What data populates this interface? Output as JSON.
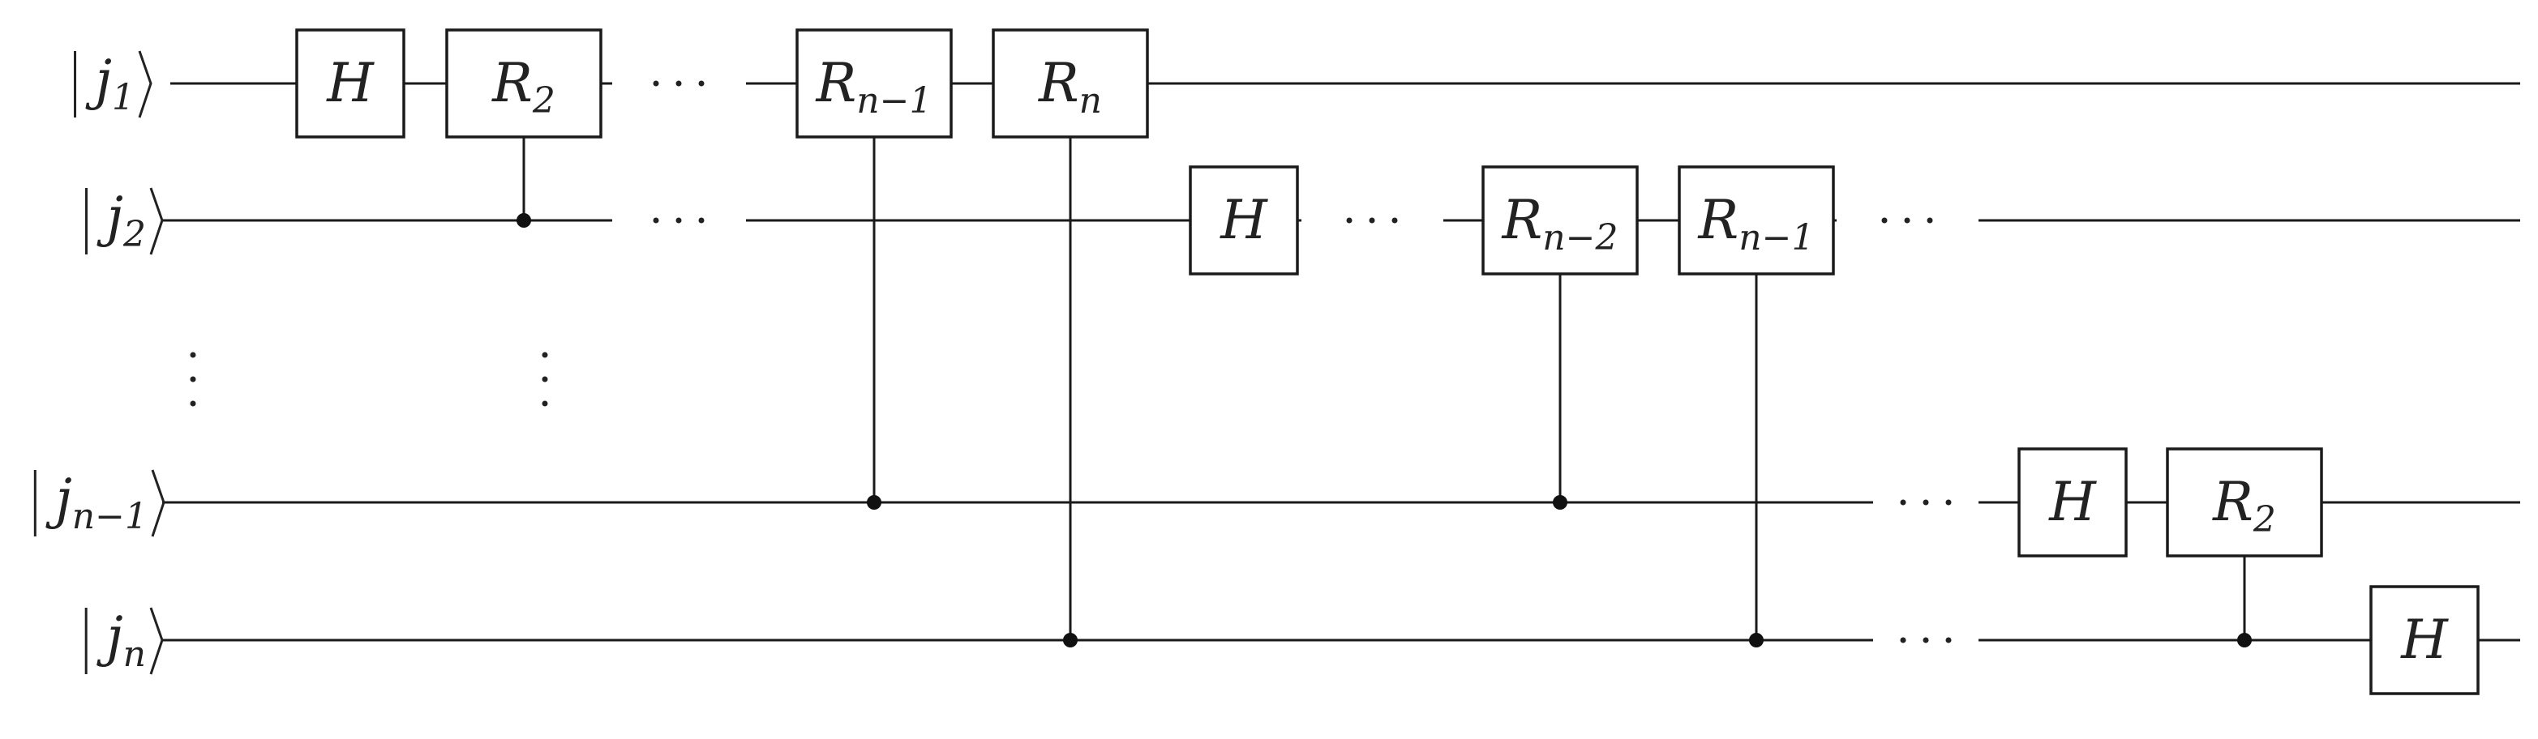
{
  "qubits": [
    {
      "base": "j",
      "sub": "1"
    },
    {
      "base": "j",
      "sub": "2"
    },
    {
      "base": "j",
      "sub": "n−1"
    },
    {
      "base": "j",
      "sub": "n"
    }
  ],
  "gates": [
    {
      "wire": 0,
      "col": 0,
      "base": "H",
      "sub": ""
    },
    {
      "wire": 0,
      "col": 1,
      "base": "R",
      "sub": "2",
      "control": 1
    },
    {
      "wire": 0,
      "col": 3,
      "base": "R",
      "sub": "n−1",
      "control": 2
    },
    {
      "wire": 0,
      "col": 4,
      "base": "R",
      "sub": "n",
      "control": 3
    },
    {
      "wire": 1,
      "col": 5,
      "base": "H",
      "sub": ""
    },
    {
      "wire": 1,
      "col": 7,
      "base": "R",
      "sub": "n−2",
      "control": 2
    },
    {
      "wire": 1,
      "col": 8,
      "base": "R",
      "sub": "n−1",
      "control": 3
    },
    {
      "wire": 2,
      "col": 10,
      "base": "H",
      "sub": ""
    },
    {
      "wire": 2,
      "col": 11,
      "base": "R",
      "sub": "2",
      "control": 3
    },
    {
      "wire": 3,
      "col": 12,
      "base": "H",
      "sub": ""
    }
  ],
  "colors": {
    "line": "#1a1a1a",
    "text": "#222222",
    "background": "#ffffff"
  }
}
